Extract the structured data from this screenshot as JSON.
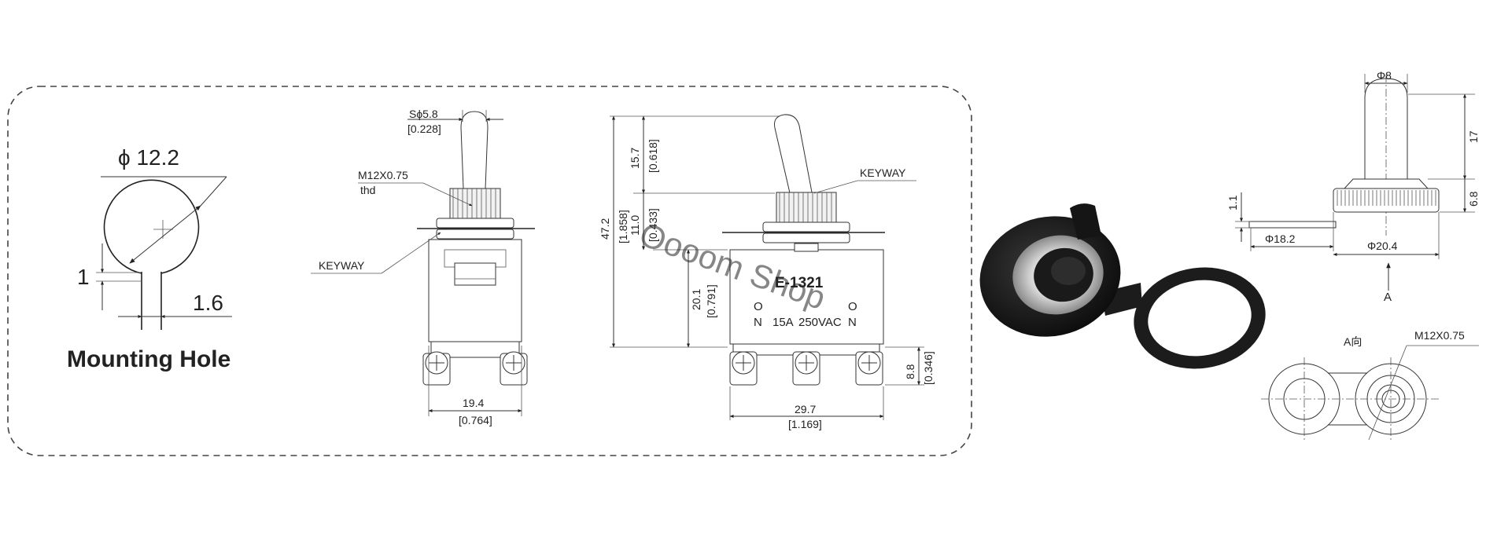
{
  "mounting_hole": {
    "diameter": "ϕ 12.2",
    "key_height": "1",
    "key_width": "1.6",
    "title": "Mounting Hole"
  },
  "side_view": {
    "lever_tip": "Sϕ5.8",
    "lever_tip_in": "[0.228]",
    "thread": "M12X0.75",
    "thread_note": "thd",
    "keyway": "KEYWAY",
    "width": "19.4",
    "width_in": "[0.764]"
  },
  "front_view": {
    "keyway": "KEYWAY",
    "total_height": "47.2",
    "total_height_in": "[1.858]",
    "lever_height": "15.7",
    "lever_height_in": "[0.618]",
    "bushing_height": "11.0",
    "bushing_height_in": "[0.433]",
    "body_height": "20.1",
    "body_height_in": "[0.791]",
    "terminal_height": "8.8",
    "terminal_height_in": "[0.346]",
    "width": "29.7",
    "width_in": "[1.169]",
    "model": "E-1321",
    "pos_left": "O",
    "pos_right": "O",
    "label_left": "N",
    "rating_current": "15A",
    "rating_voltage": "250VAC",
    "label_right": "N"
  },
  "watermark": "Oooom Shop",
  "cap_drawing": {
    "tip_dia": "Φ8",
    "cap_height": "17",
    "base_height": "6.8",
    "ring_thickness": "1.1",
    "inner_dia": "Φ18.2",
    "outer_dia": "Φ20.4",
    "view_arrow": "A",
    "view_label": "A向",
    "thread": "M12X0.75"
  },
  "colors": {
    "line": "#333333",
    "watermark": "#d8e27a",
    "rubber": "#1c1c1c",
    "metal": "#b9b9b9"
  }
}
